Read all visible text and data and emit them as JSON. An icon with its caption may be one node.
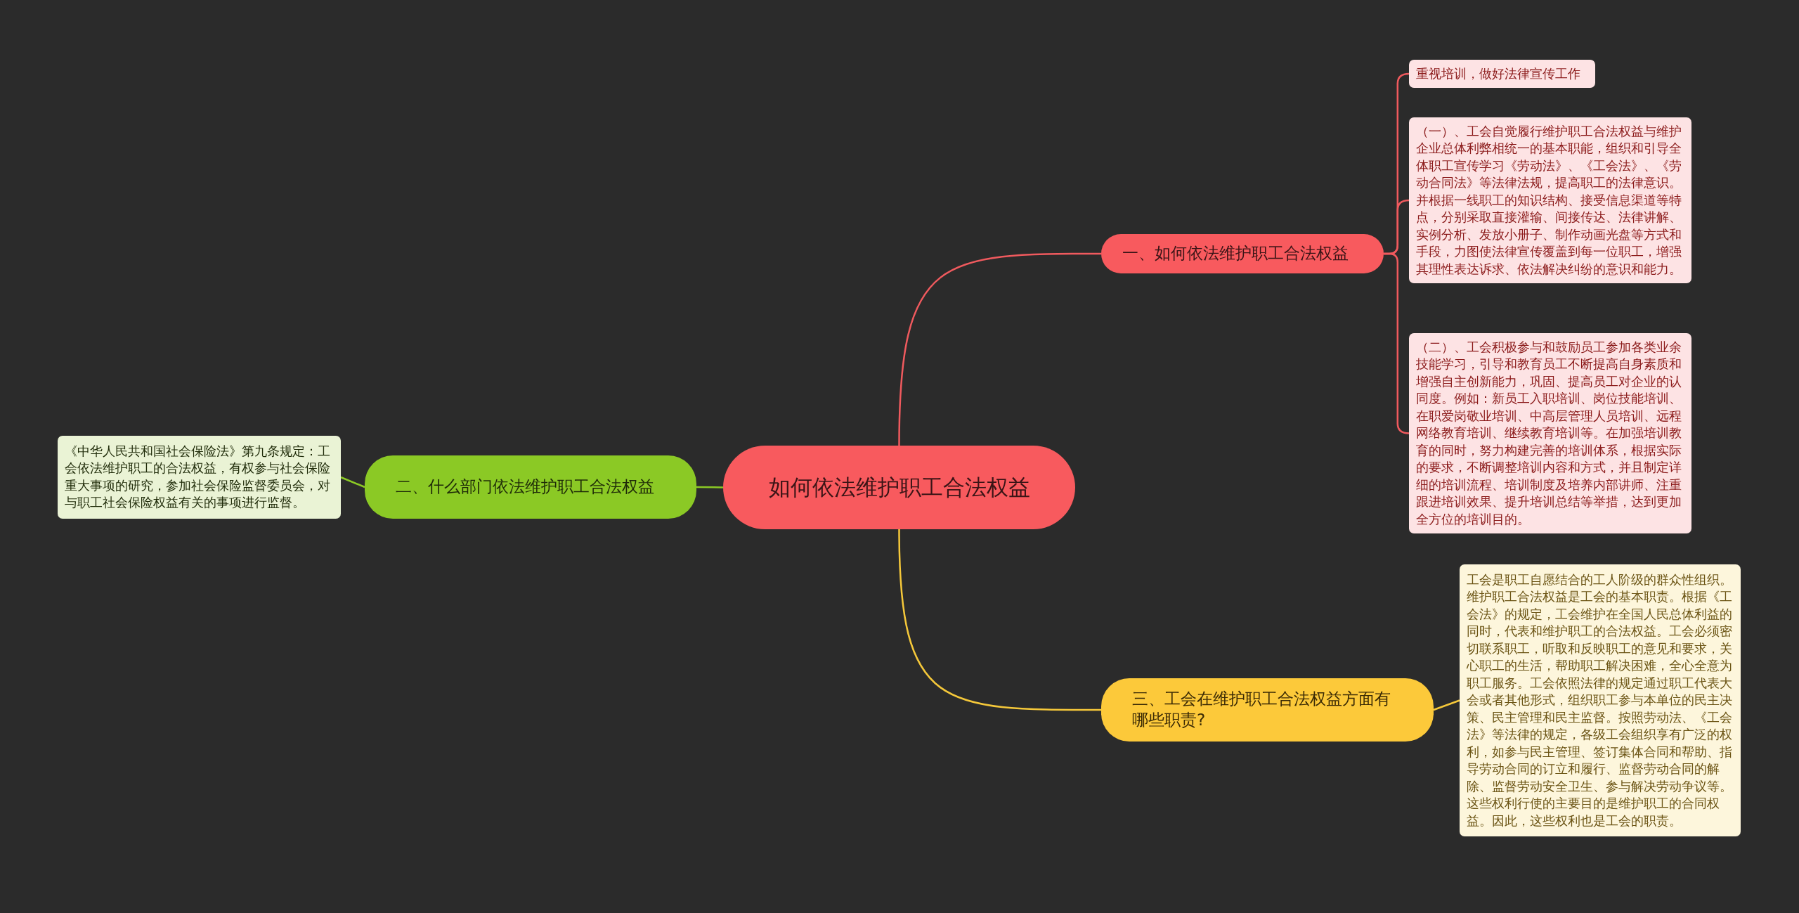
{
  "diagram": {
    "nodes": [
      {
        "text": [
          "如何依法维护职工合法权益"
        ]
      },
      {
        "text": [
          "一、如何依法维护职工合法权益"
        ]
      },
      {
        "text": [
          "重视培训，做好法律宣传工作"
        ]
      },
      {
        "text": [
          "（一）、工会自觉履行维护职工合法权益与维护企业总体利弊相统一的基本职能，组织和引导全体职工宣传学习《劳动法》、《工会法》、《劳动合同法》等法律法规，提高职工的法律意识。并根据一线职工的知识结构、接受信息渠道等特点，分别采取直接灌输、间接传达、法律讲解、实例分析、发放小册子、制作动画光盘等方式和手段，力图使法律宣传覆盖到每一位职工，增强其理性表达诉求、依法解决纠纷的意识和能力。"
        ]
      },
      {
        "text": [
          "（二）、工会积极参与和鼓励员工参加各类业余技能学习，引导和教育员工不断提高自身素质和增强自主创新能力，巩固、提高员工对企业的认同度。例如：新员工入职培训、岗位技能培训、在职爱岗敬业培训、中高层管理人员培训、远程网络教育培训、继续教育培训等。在加强培训教育的同时，努力构建完善的培训体系，根据实际的要求，不断调整培训内容和方式，并且制定详细的培训流程、培训制度及培养内部讲师、注重跟进培训效果、提升培训总结等举措，达到更加全方位的培训目的。"
        ]
      },
      {
        "text": [
          "二、什么部门依法维护职工合法权益"
        ]
      },
      {
        "text": [
          "《中华人民共和国社会保险法》第九条规定：工会依法维护职工的合法权益，有权参与社会保险重大事项的研究，参加社会保险监督委员会，对与职工社会保险权益有关的事项进行监督。"
        ]
      },
      {
        "text": [
          "三、工会在维护职工合法权益方面有哪些职责?"
        ]
      },
      {
        "text": [
          "工会是职工自愿结合的工人阶级的群众性组织。维护职工合法权益是工会的基本职责。根据《工会法》的规定，工会维护在全国人民总体利益的同时，代表和维护职工的合法权益。工会必须密切联系职工，听取和反映职工的意见和要求，关心职工的生活，帮助职工解决困难，全心全意为职工服务。工会依照法律的规定通过职工代表大会或者其他形式，组织职工参与本单位的民主决策、民主管理和民主监督。按照劳动法、《工会法》等法律的规定，各级工会组织享有广泛的权利，如参与民主管理、签订集体合同和帮助、指导劳动合同的订立和履行、监督劳动合同的解除、监督劳动安全卫生、参与解决劳动争议等。这些权利行使的主要目的是维护职工的合同权益。因此，这些权利也是工会的职责。"
        ]
      }
    ],
    "edges": [
      {
        "from": 0,
        "to": 1,
        "arrow": "none",
        "color": "#f05a5e"
      },
      {
        "from": 1,
        "to": 2,
        "arrow": "none",
        "color": "#f05a5e"
      },
      {
        "from": 1,
        "to": 3,
        "arrow": "none",
        "color": "#f05a5e"
      },
      {
        "from": 1,
        "to": 4,
        "arrow": "none",
        "color": "#f05a5e"
      },
      {
        "from": 0,
        "to": 5,
        "arrow": "none",
        "color": "#8bc925"
      },
      {
        "from": 5,
        "to": 6,
        "arrow": "none",
        "color": "#8bc925"
      },
      {
        "from": 0,
        "to": 7,
        "arrow": "none",
        "color": "#f5c83a"
      },
      {
        "from": 7,
        "to": 8,
        "arrow": "none",
        "color": "#f5c83a"
      }
    ]
  }
}
